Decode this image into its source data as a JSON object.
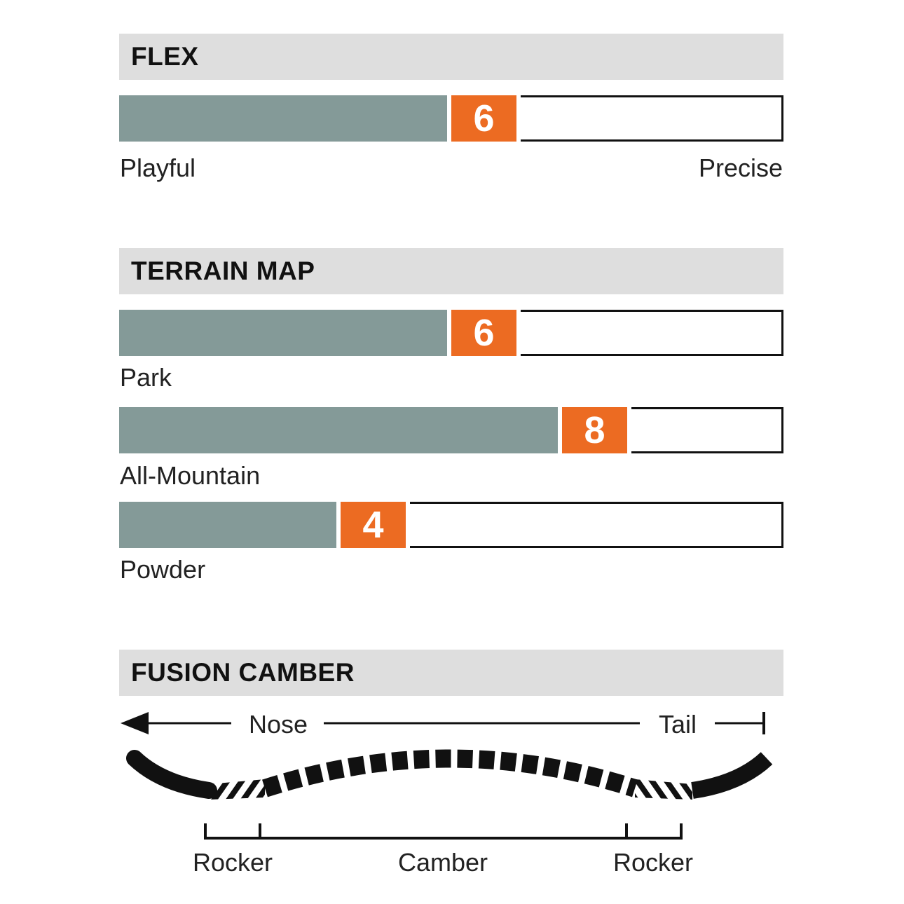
{
  "flex": {
    "title": "FLEX",
    "rating": {
      "value": 6,
      "value_label": "6",
      "scale_max": 10
    },
    "left_label": "Playful",
    "right_label": "Precise"
  },
  "terrain_map": {
    "title": "TERRAIN MAP",
    "items": [
      {
        "label": "Park",
        "value": 6,
        "value_label": "6"
      },
      {
        "label": "All-Mountain",
        "value": 8,
        "value_label": "8"
      },
      {
        "label": "Powder",
        "value": 4,
        "value_label": "4"
      }
    ],
    "scale_max": 10
  },
  "camber": {
    "title": "FUSION CAMBER",
    "direction_labels": {
      "nose": "Nose",
      "tail": "Tail"
    },
    "zone_labels": [
      "Rocker",
      "Camber",
      "Rocker"
    ]
  },
  "colors": {
    "header_bg": "#dedede",
    "bar_fill": "#849a98",
    "badge": "#ec6b22",
    "outline": "#111111"
  }
}
